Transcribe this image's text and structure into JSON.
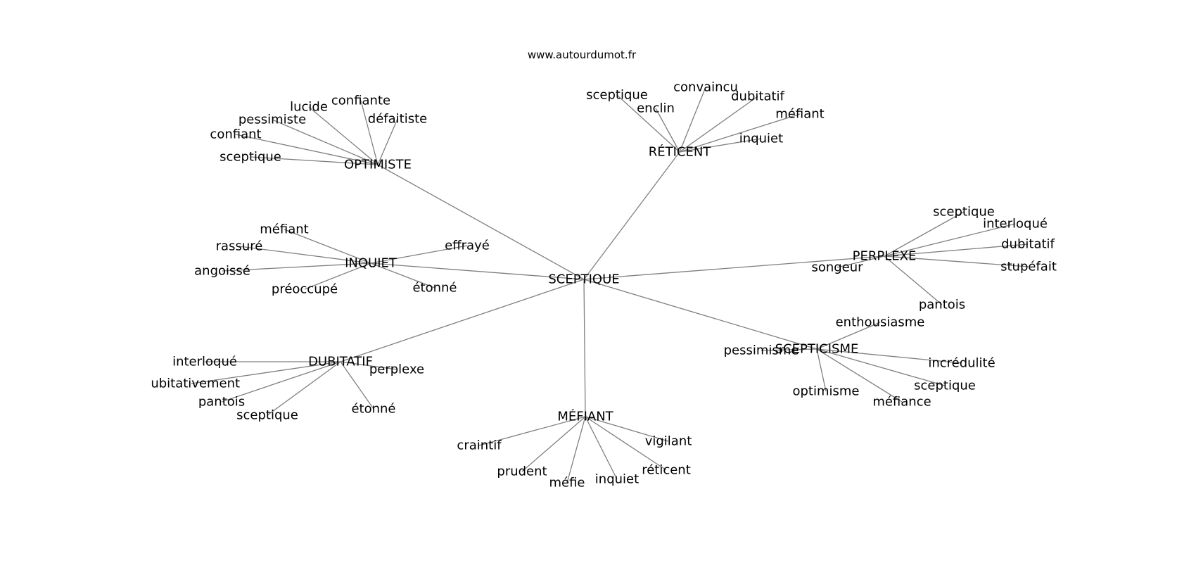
{
  "site": "www.autourdumot.fr",
  "center": "SCEPTIQUE",
  "clusters": [
    {
      "id": "optimiste",
      "label": "OPTIMISTE",
      "words": [
        "sceptique",
        "confiant",
        "pessimiste",
        "lucide",
        "confiante",
        "défaitiste"
      ]
    },
    {
      "id": "reticent",
      "label": "RÉTICENT",
      "words": [
        "sceptique",
        "enclin",
        "convaincu",
        "dubitatif",
        "méfiant",
        "inquiet"
      ]
    },
    {
      "id": "inquiet",
      "label": "INQUIET",
      "words": [
        "méfiant",
        "rassuré",
        "angoissé",
        "préoccupé",
        "étonné",
        "effrayé"
      ]
    },
    {
      "id": "perplexe",
      "label": "PERPLEXE",
      "words": [
        "sceptique",
        "interloqué",
        "dubitatif",
        "stupéfait",
        "pantois",
        "songeur"
      ]
    },
    {
      "id": "dubitatif",
      "label": "DUBITATIF",
      "words": [
        "interloqué",
        "dubitativement",
        "pantois",
        "sceptique",
        "étonné",
        "perplexe"
      ]
    },
    {
      "id": "scepticisme",
      "label": "SCEPTICISME",
      "words": [
        "enthousiasme",
        "incrédulité",
        "sceptique",
        "méfiance",
        "optimisme",
        "pessimisme"
      ]
    },
    {
      "id": "mefiant",
      "label": "MÉFIANT",
      "words": [
        "craintif",
        "prudent",
        "méfie",
        "inquiet",
        "réticent",
        "vigilant"
      ]
    }
  ]
}
